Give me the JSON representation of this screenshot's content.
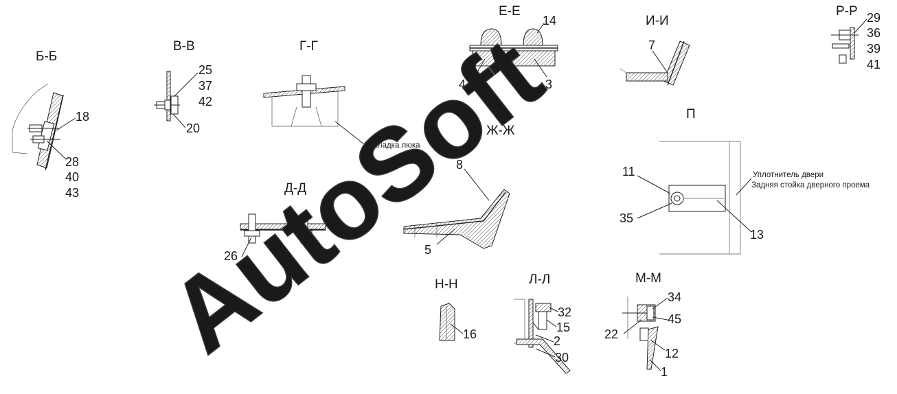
{
  "watermark": "AutoSoft",
  "sections": {
    "bb": {
      "title": "Б-Б",
      "callouts": [
        "18",
        "28",
        "40",
        "43"
      ]
    },
    "vv": {
      "title": "В-В",
      "callouts": [
        "25",
        "37",
        "42",
        "20"
      ]
    },
    "gg": {
      "title": "Г-Г",
      "note": "Накладка люка"
    },
    "dd": {
      "title": "Д-Д",
      "callouts": [
        "26"
      ]
    },
    "ee": {
      "title": "Е-Е",
      "callouts": [
        "14",
        "4",
        "3"
      ]
    },
    "zhzh": {
      "title": "Ж-Ж",
      "callouts": [
        "8",
        "5"
      ]
    },
    "ii": {
      "title": "И-И",
      "callouts": [
        "7"
      ]
    },
    "p": {
      "title": "П",
      "callouts": [
        "11",
        "35",
        "13"
      ],
      "notes": [
        "Уплотнитель двери",
        "Задняя стойка дверного проема"
      ]
    },
    "rr": {
      "title": "Р-Р",
      "callouts": [
        "29",
        "36",
        "39",
        "41"
      ]
    },
    "nn": {
      "title": "Н-Н",
      "callouts": [
        "16"
      ]
    },
    "ll": {
      "title": "Л-Л",
      "callouts": [
        "32",
        "15",
        "2",
        "30"
      ]
    },
    "mm": {
      "title": "М-М",
      "callouts": [
        "34",
        "45",
        "22",
        "12",
        "1"
      ]
    }
  }
}
